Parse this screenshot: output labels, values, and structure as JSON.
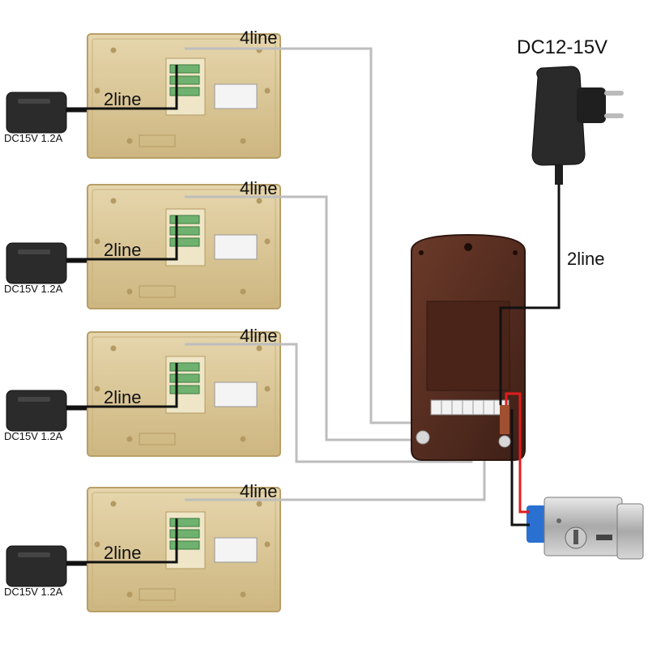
{
  "colors": {
    "background": "#ffffff",
    "monitor_body": "#dcc89a",
    "monitor_edge": "#b89f68",
    "four_wire": "#bdbdbd",
    "two_wire": "#111111",
    "lock_wire": "#e21d1d",
    "outdoor_panel": "#5a2f22",
    "adapter": "#2b2b2b"
  },
  "top_power": {
    "label": "DC12-15V",
    "wire_label": "2line"
  },
  "monitors": [
    {
      "four_line_label": "4line",
      "two_line_label": "2line",
      "adapter_label": "DC15V 1.2A"
    },
    {
      "four_line_label": "4line",
      "two_line_label": "2line",
      "adapter_label": "DC15V 1.2A"
    },
    {
      "four_line_label": "4line",
      "two_line_label": "2line",
      "adapter_label": "DC15V 1.2A"
    },
    {
      "four_line_label": "4line",
      "two_line_label": "2line",
      "adapter_label": "DC15V 1.2A"
    }
  ],
  "outdoor_unit": {
    "icon": "doorbell-camera-icon"
  },
  "lock": {
    "icon": "electric-lock-icon"
  }
}
